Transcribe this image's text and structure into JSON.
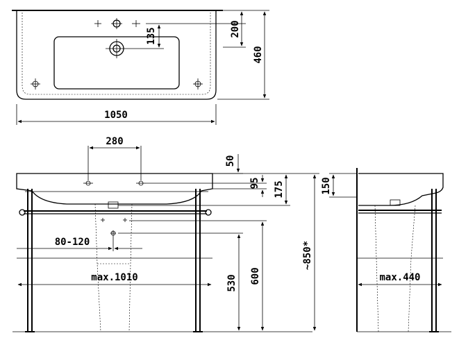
{
  "top_view": {
    "width_label": "1050",
    "depth_label": "460",
    "tap_offset_label": "200",
    "drain_offset_label": "135"
  },
  "front_view": {
    "tap_spacing_label": "280",
    "rim_label": "50",
    "overflow_label": "95",
    "drain_height_label": "175",
    "fixing_label": "80-120",
    "frame_width_label": "max.1010",
    "frame_height_label": "530",
    "bowl_height_label": "600",
    "total_height_label": "~850*"
  },
  "side_view": {
    "basin_height_label": "150",
    "frame_depth_label": "max.440"
  }
}
